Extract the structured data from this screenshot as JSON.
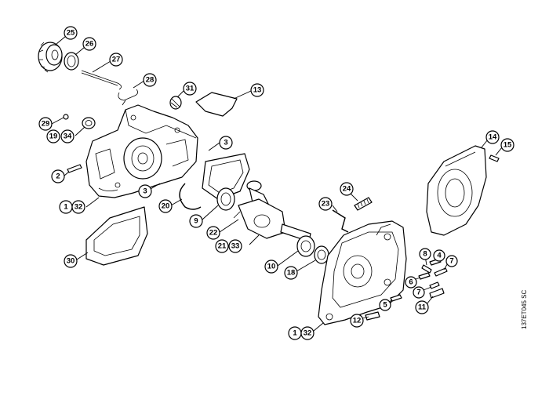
{
  "figure_code": "137ET045 SC",
  "callouts": [
    {
      "id": "c25",
      "label": "25"
    },
    {
      "id": "c26",
      "label": "26"
    },
    {
      "id": "c27",
      "label": "27"
    },
    {
      "id": "c28",
      "label": "28"
    },
    {
      "id": "c31",
      "label": "31"
    },
    {
      "id": "c13",
      "label": "13"
    },
    {
      "id": "c29",
      "label": "29"
    },
    {
      "id": "c19",
      "label": "19"
    },
    {
      "id": "c34",
      "label": "34"
    },
    {
      "id": "c3a",
      "label": "3"
    },
    {
      "id": "c2",
      "label": "2"
    },
    {
      "id": "c3b",
      "label": "3"
    },
    {
      "id": "c1a",
      "label": "1"
    },
    {
      "id": "c32a",
      "label": "32"
    },
    {
      "id": "c20",
      "label": "20"
    },
    {
      "id": "c9",
      "label": "9"
    },
    {
      "id": "c30",
      "label": "30"
    },
    {
      "id": "c22",
      "label": "22"
    },
    {
      "id": "c21",
      "label": "21"
    },
    {
      "id": "c33",
      "label": "33"
    },
    {
      "id": "c10",
      "label": "10"
    },
    {
      "id": "c18",
      "label": "18"
    },
    {
      "id": "c24",
      "label": "24"
    },
    {
      "id": "c23",
      "label": "23"
    },
    {
      "id": "c14",
      "label": "14"
    },
    {
      "id": "c15",
      "label": "15"
    },
    {
      "id": "c8",
      "label": "8"
    },
    {
      "id": "c4",
      "label": "4"
    },
    {
      "id": "c7a",
      "label": "7"
    },
    {
      "id": "c6",
      "label": "6"
    },
    {
      "id": "c7b",
      "label": "7"
    },
    {
      "id": "c5",
      "label": "5"
    },
    {
      "id": "c11",
      "label": "11"
    },
    {
      "id": "c12",
      "label": "12"
    },
    {
      "id": "c1b",
      "label": "1"
    },
    {
      "id": "c32b",
      "label": "32"
    }
  ]
}
